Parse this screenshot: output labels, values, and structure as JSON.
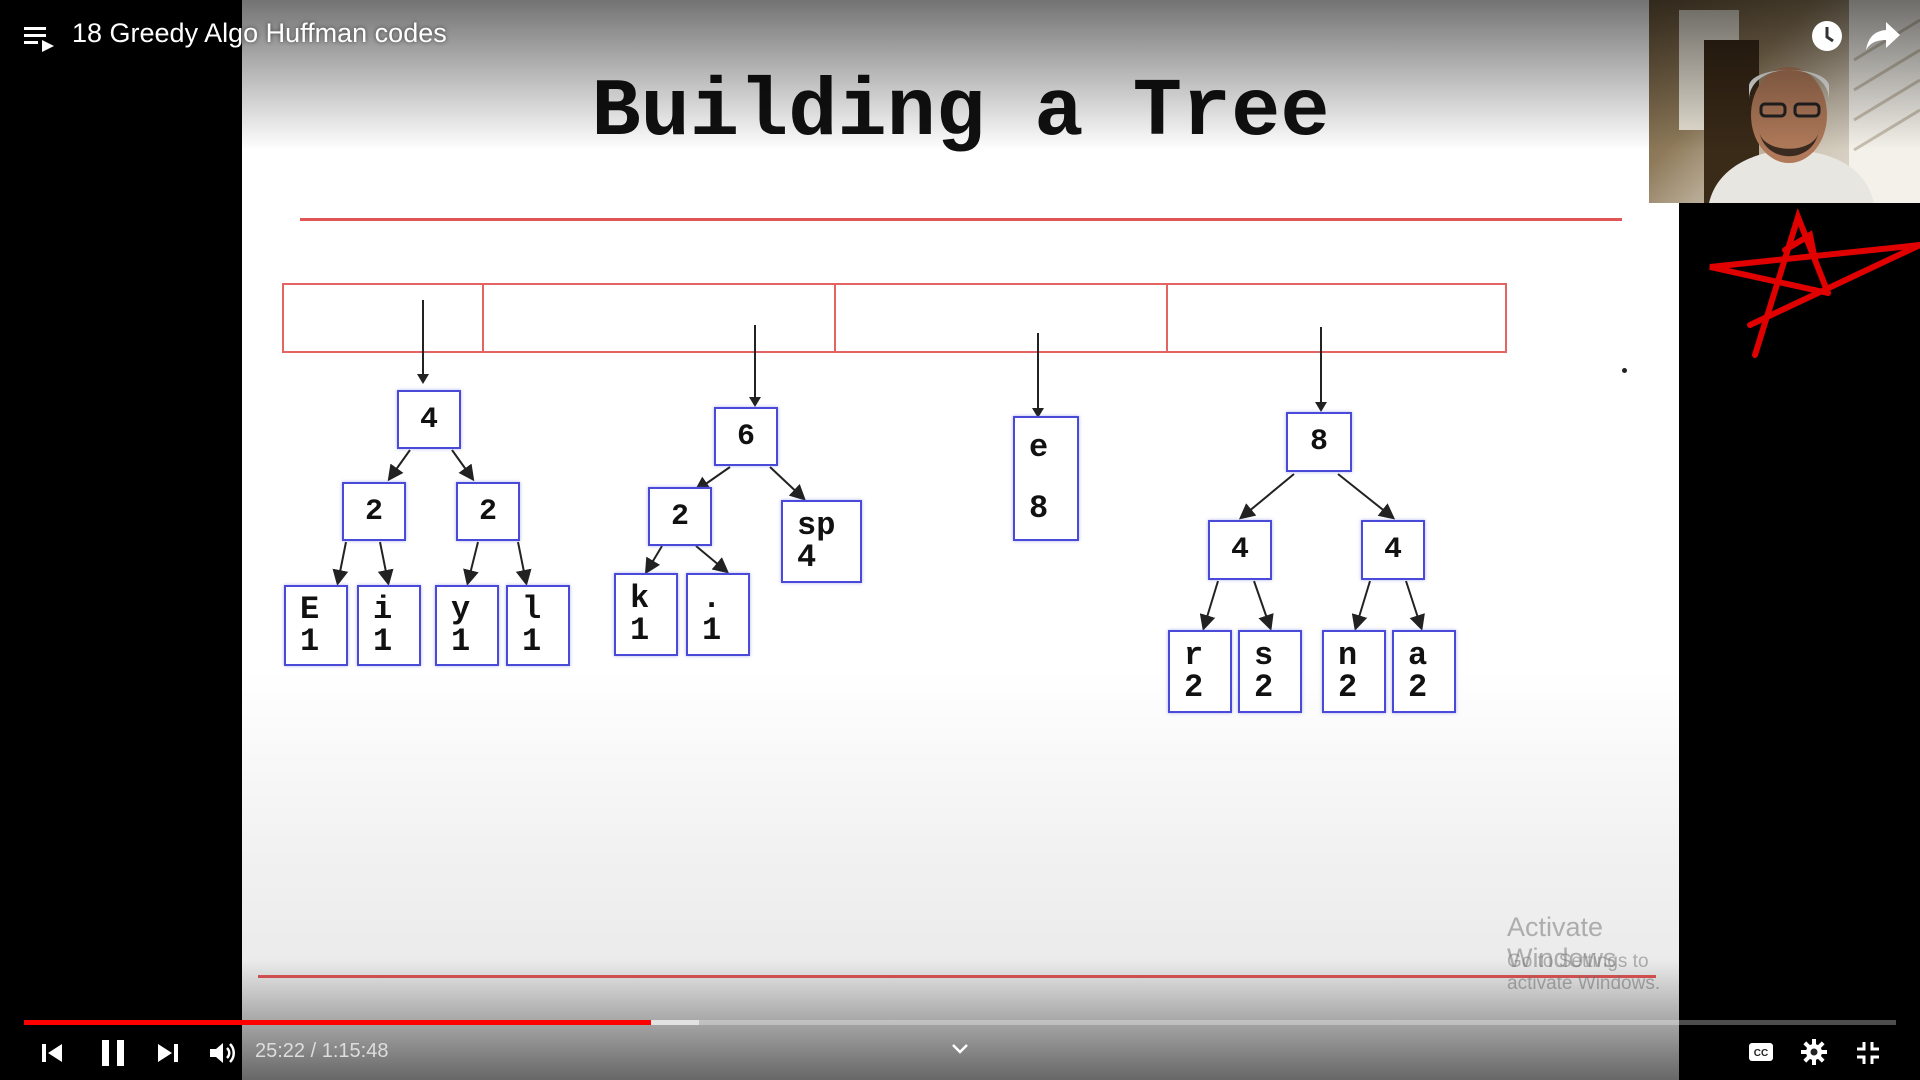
{
  "header": {
    "video_title": "18 Greedy Algo Huffman codes",
    "playlist_icon": "playlist-icon",
    "watch_later_icon": "clock-icon",
    "share_icon": "share-arrow-icon"
  },
  "slide": {
    "title": "Building a Tree",
    "trees": [
      {
        "nodes": [
          {
            "id": "t1-root",
            "line1": "4"
          },
          {
            "id": "t1-l",
            "line1": "2"
          },
          {
            "id": "t1-r",
            "line1": "2"
          },
          {
            "id": "t1-ll",
            "line1": "E",
            "line2": "1"
          },
          {
            "id": "t1-lr",
            "line1": "i",
            "line2": "1"
          },
          {
            "id": "t1-rl",
            "line1": "y",
            "line2": "1"
          },
          {
            "id": "t1-rr",
            "line1": "l",
            "line2": "1"
          }
        ]
      },
      {
        "nodes": [
          {
            "id": "t2-root",
            "line1": "6"
          },
          {
            "id": "t2-l",
            "line1": "2"
          },
          {
            "id": "t2-r",
            "line1": "sp",
            "line2": "4"
          },
          {
            "id": "t2-ll",
            "line1": "k",
            "line2": "1"
          },
          {
            "id": "t2-lr",
            "line1": ".",
            "line2": "1"
          }
        ]
      },
      {
        "nodes": [
          {
            "id": "t3-root",
            "line1": "e",
            "line2": "8"
          }
        ]
      },
      {
        "nodes": [
          {
            "id": "t4-root",
            "line1": "8"
          },
          {
            "id": "t4-l",
            "line1": "4"
          },
          {
            "id": "t4-r",
            "line1": "4"
          },
          {
            "id": "t4-ll",
            "line1": "r",
            "line2": "2"
          },
          {
            "id": "t4-lr",
            "line1": "s",
            "line2": "2"
          },
          {
            "id": "t4-rl",
            "line1": "n",
            "line2": "2"
          },
          {
            "id": "t4-rr",
            "line1": "a",
            "line2": "2"
          }
        ]
      }
    ],
    "watermark_line1": "Activate Windows",
    "watermark_line2": "Go to Settings to activate Windows."
  },
  "controls": {
    "current_time": "25:22",
    "duration": "1:15:48",
    "time_display": "25:22 / 1:15:48",
    "progress_fraction": 0.3347,
    "buffered_fraction": 0.3607,
    "accent_color": "#ff0000",
    "icons": [
      "previous-icon",
      "pause-icon",
      "next-icon",
      "volume-icon",
      "chevron-down-icon",
      "closed-captions-icon",
      "settings-gear-icon",
      "exit-fullscreen-icon"
    ]
  }
}
